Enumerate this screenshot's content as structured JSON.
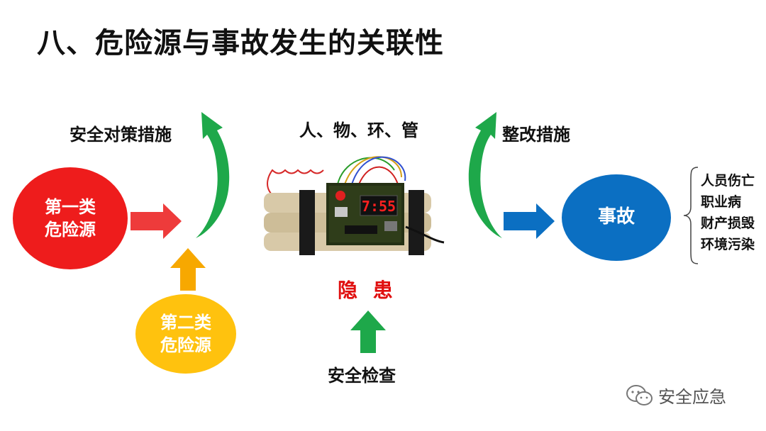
{
  "title": "八、危险源与事故发生的关联性",
  "nodes": {
    "first_hazard": "第一类\n危险源",
    "second_hazard": "第二类\n危险源",
    "accident": "事故",
    "hidden_danger": "隐 患"
  },
  "labels": {
    "safety_measures": "安全对策措施",
    "factors": "人、物、环、管",
    "rectification": "整改措施",
    "safety_check": "安全检查"
  },
  "outcomes": [
    "人员伤亡",
    "职业病",
    "财产损毁",
    "环境污染"
  ],
  "bomb": {
    "timer_display": "7:55"
  },
  "watermark": {
    "text": "安全应急",
    "icon": "wechat-icon"
  },
  "colors": {
    "red": "#ee1c1c",
    "yellow": "#ffc20e",
    "blue": "#0b6fc2",
    "green": "#1ea84a",
    "orange": "#f7a800"
  }
}
